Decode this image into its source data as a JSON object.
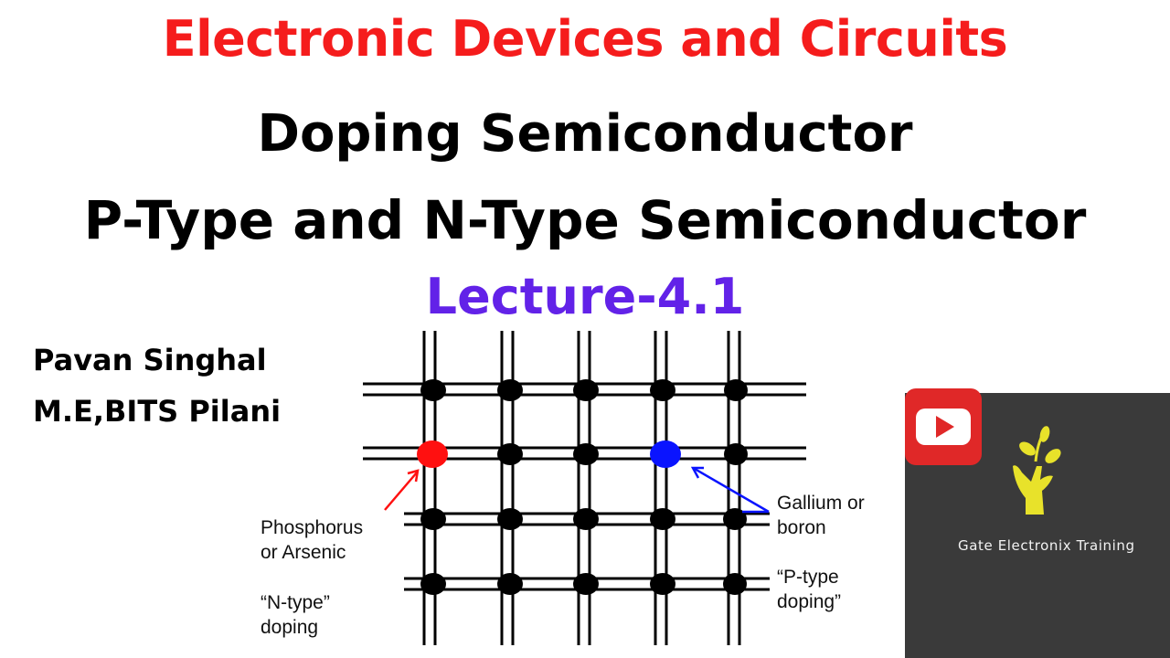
{
  "header": {
    "course_title": "Electronic Devices and Circuits",
    "topic_line1": "Doping Semiconductor",
    "topic_line2": "P-Type and N-Type Semiconductor",
    "lecture": "Lecture-4.1"
  },
  "author": {
    "name": "Pavan Singhal",
    "credentials": "M.E,BITS Pilani"
  },
  "diagram": {
    "left_label_line1": "Phosphorus",
    "left_label_line2": "or Arsenic",
    "left_type_line1": "“N-type”",
    "left_type_line2": "doping",
    "right_label_line1": "Gallium or",
    "right_label_line2": "boron",
    "right_type_line1": "“P-type",
    "right_type_line2": "doping”",
    "atom_color": "#000000",
    "donor_color": "#ff1010",
    "acceptor_color": "#0a14ff"
  },
  "brand": {
    "name": "Gate Electronix Training",
    "play_icon": "youtube-icon",
    "logo_icon": "hand-plant-icon",
    "background": "#3a3a3a",
    "accent": "#e02828"
  },
  "colors": {
    "title": "#f51c1c",
    "lecture": "#6222e8"
  }
}
